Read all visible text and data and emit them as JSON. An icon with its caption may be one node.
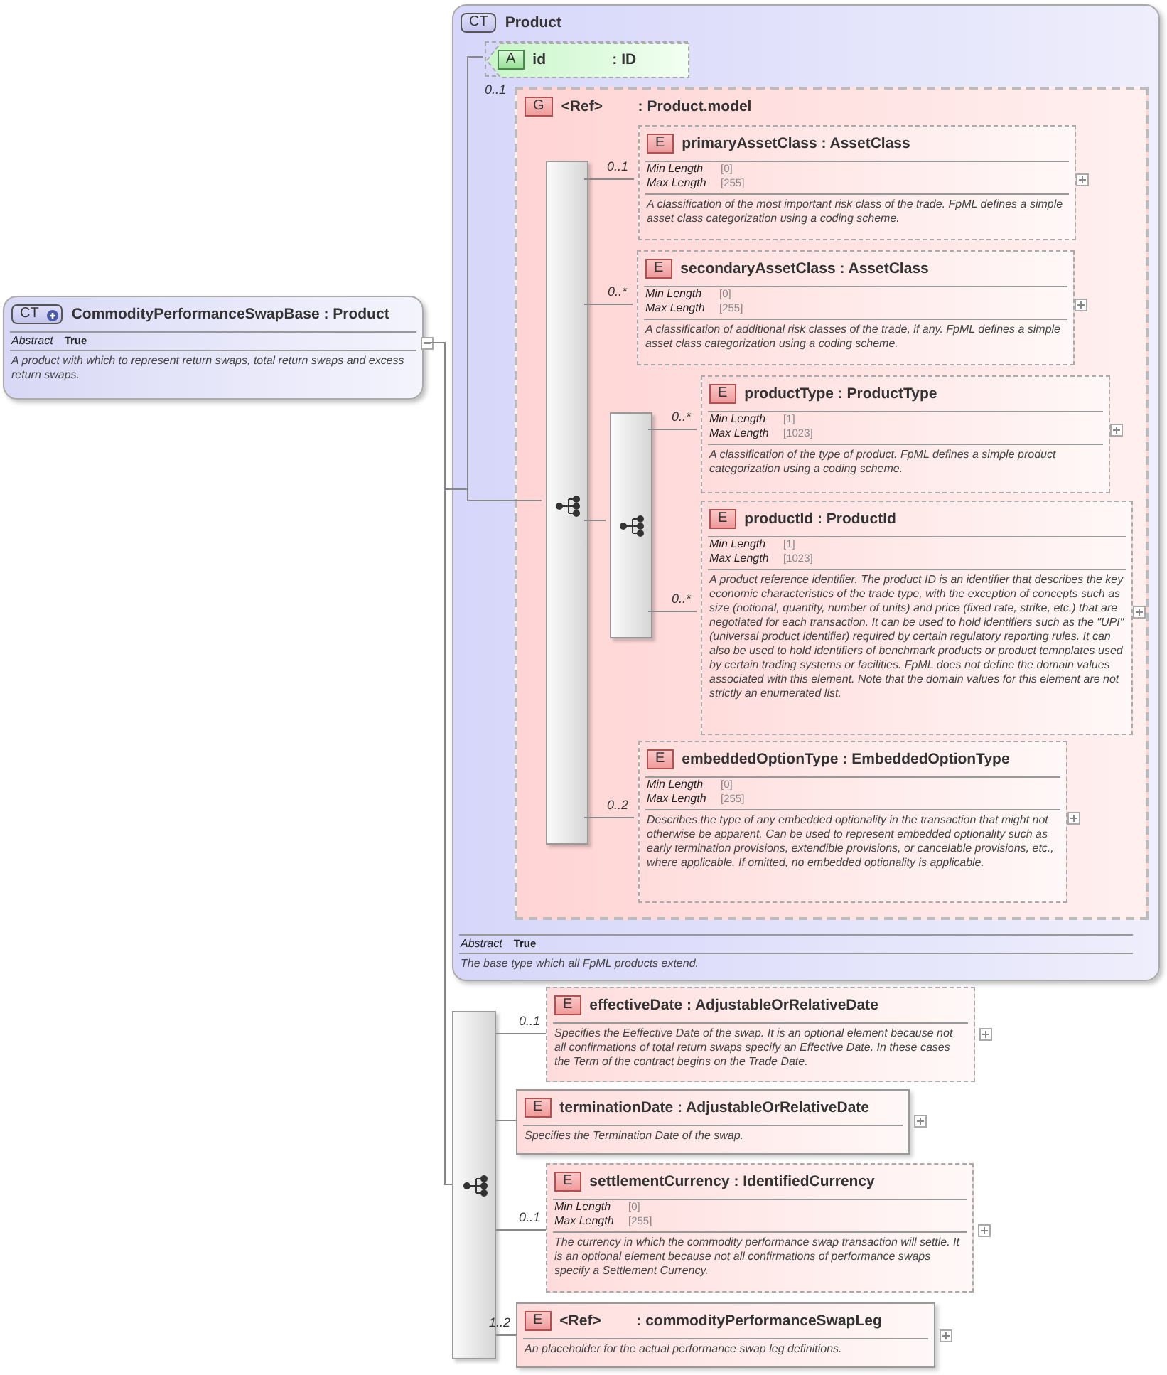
{
  "diagram": {
    "nodes": [
      {
        "text": [
          "CT",
          "CommodityPerformanceSwapBase : Product",
          "Abstract",
          "True",
          "A product with which to represent return swaps, total return swaps and excess return swaps."
        ]
      },
      {
        "text": [
          "CT",
          "Product",
          "Abstract",
          "True",
          "The base type which all FpML products extend."
        ]
      },
      {
        "text": [
          "A",
          "id",
          ": ID"
        ],
        "in": 1
      },
      {
        "text": [
          "G",
          "<Ref>",
          ": Product.model"
        ],
        "in": 1,
        "beside": [
          "0..1"
        ]
      },
      {
        "text": [],
        "shape": "bar",
        "in": 3
      },
      {
        "text": [
          "E",
          "primaryAssetClass : AssetClass",
          "Min Length",
          "[0]",
          "Max Length",
          "[255]",
          "A classification of the most important risk class of the trade. FpML defines a simple asset class categorization using a coding scheme."
        ],
        "in": 3
      },
      {
        "text": [
          "E",
          "secondaryAssetClass : AssetClass",
          "Min Length",
          "[0]",
          "Max Length",
          "[255]",
          "A classification of additional risk classes of the trade, if any. FpML defines a simple asset class categorization using a coding scheme."
        ],
        "in": 3
      },
      {
        "text": [],
        "shape": "bar",
        "in": 3
      },
      {
        "text": [
          "E",
          "productType : ProductType",
          "Min Length",
          "[1]",
          "Max Length",
          "[1023]",
          "A classification of the type of product. FpML defines a simple product categorization using a coding scheme."
        ],
        "in": 3
      },
      {
        "text": [
          "E",
          "productId : ProductId",
          "Min Length",
          "[1]",
          "Max Length",
          "[1023]",
          "A product reference identifier. The product ID is an identifier that describes the key economic characteristics of the trade type, with the exception of concepts such as size (notional, quantity, number of units) and price (fixed rate, strike, etc.) that are negotiated for each transaction. It can be used to hold identifiers such as the \"UPI\" (universal product identifier) required by certain regulatory reporting rules. It can also be used to hold identifiers of benchmark products or product temnplates used by certain trading systems or facilities. FpML does not define the domain values associated with this element. Note that the domain values for this element are not strictly an enumerated list."
        ],
        "in": 3
      },
      {
        "text": [
          "E",
          "embeddedOptionType : EmbeddedOptionType",
          "Min Length",
          "[0]",
          "Max Length",
          "[255]",
          "Describes the type of any embedded optionality in the transaction that might not otherwise be apparent. Can be used to represent embedded optionality such as early termination provisions, extendible provisions, or cancelable provisions, etc., where applicable. If omitted, no embedded optionality is applicable."
        ],
        "in": 3
      },
      {
        "text": [],
        "shape": "bar"
      },
      {
        "text": [
          "E",
          "effectiveDate : AdjustableOrRelativeDate",
          "Specifies the Eeffective Date of the swap. It is an optional element because not all confirmations of total return swaps specify an Effective Date. In these cases the Term of the contract begins on the Trade Date."
        ]
      },
      {
        "text": [
          "E",
          "terminationDate : AdjustableOrRelativeDate",
          "Specifies the Termination Date of the swap."
        ]
      },
      {
        "text": [
          "E",
          "settlementCurrency : IdentifiedCurrency",
          "Min Length",
          "[0]",
          "Max Length",
          "[255]",
          "The currency in which the commodity performance swap transaction will settle. It is an optional element because not all confirmations of performance swaps specify a Settlement Currency."
        ]
      },
      {
        "text": [
          "E",
          "<Ref>",
          ": commodityPerformanceSwapLeg",
          "An placeholder for the actual performance swap leg definitions."
        ]
      }
    ],
    "edges": [
      {
        "from": 0,
        "to": 2,
        "arrow": "none"
      },
      {
        "from": 0,
        "to": 4,
        "arrow": "none"
      },
      {
        "from": 0,
        "to": 11,
        "arrow": "none"
      },
      {
        "from": 4,
        "to": 5,
        "arrow": "none",
        "label": "0..1"
      },
      {
        "from": 4,
        "to": 6,
        "arrow": "none",
        "label": "0..*"
      },
      {
        "from": 4,
        "to": 7,
        "arrow": "none"
      },
      {
        "from": 7,
        "to": 8,
        "arrow": "none",
        "label": "0..*"
      },
      {
        "from": 7,
        "to": 9,
        "arrow": "none",
        "label": "0..*"
      },
      {
        "from": 4,
        "to": 10,
        "arrow": "none",
        "label": "0..2"
      },
      {
        "from": 11,
        "to": 12,
        "arrow": "none",
        "label": "0..1"
      },
      {
        "from": 11,
        "to": 13,
        "arrow": "none"
      },
      {
        "from": 11,
        "to": 14,
        "arrow": "none",
        "label": "0..1"
      },
      {
        "from": 11,
        "to": 15,
        "arrow": "none",
        "label": "1..2"
      }
    ]
  }
}
